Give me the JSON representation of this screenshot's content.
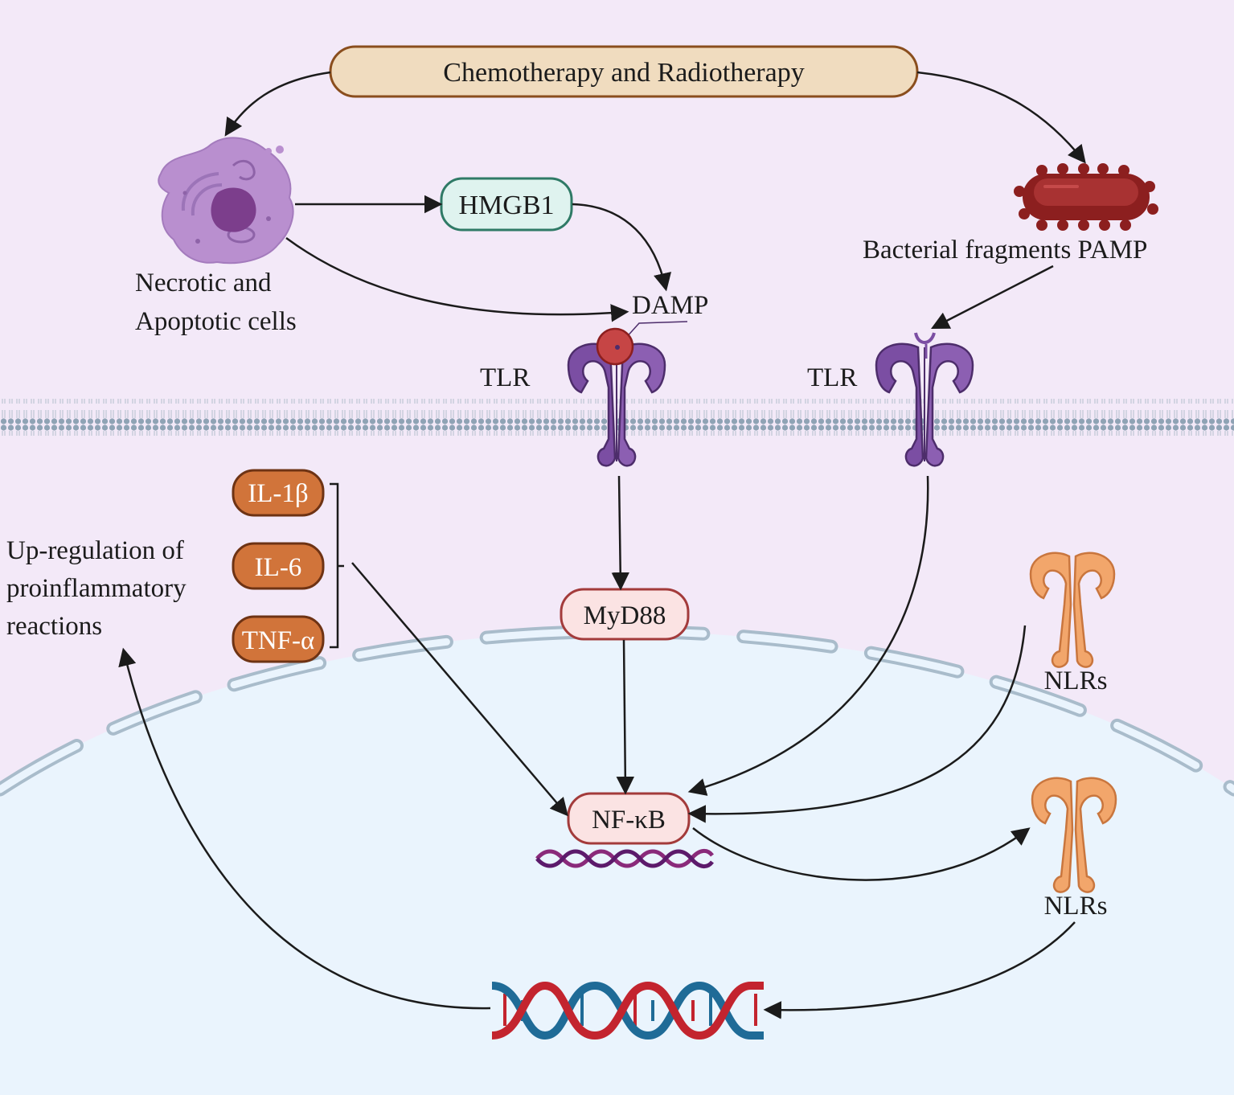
{
  "top_box": "Chemotherapy and Radiotherapy",
  "hmgb1": "HMGB1",
  "damp": "DAMP",
  "cells_label": [
    "Necrotic and",
    "Apoptotic cells"
  ],
  "pamp_label": "Bacterial fragments PAMP",
  "tlr_left": "TLR",
  "tlr_right": "TLR",
  "myd88": "MyD88",
  "nfkb": "NF-κB",
  "cytokines": [
    "IL-1β",
    "IL-6",
    "TNF-α"
  ],
  "upregulation": [
    "Up-regulation of",
    "proinflammatory",
    "reactions"
  ],
  "nlrs_top": "NLRs",
  "nlrs_bottom": "NLRs",
  "colors": {
    "background": "#f3e9f8",
    "nucleus": "#eaf4fd",
    "top_box_fill": "#f0dcbf",
    "top_box_stroke": "#8a4e1e",
    "hmgb1_fill": "#dff3ef",
    "hmgb1_stroke": "#2f7a66",
    "pill_fill": "#fbe3e3",
    "pill_stroke": "#a33b3b",
    "cytokine_fill": "#d1743a",
    "cytokine_stroke": "#6e3314",
    "receptor": "#7b4ea3",
    "nlr": "#f2a66b",
    "bacterium": "#8c1f1f",
    "membrane": "#8fa3b5",
    "dna_red": "#c3242e",
    "dna_blue": "#1f6b97"
  }
}
